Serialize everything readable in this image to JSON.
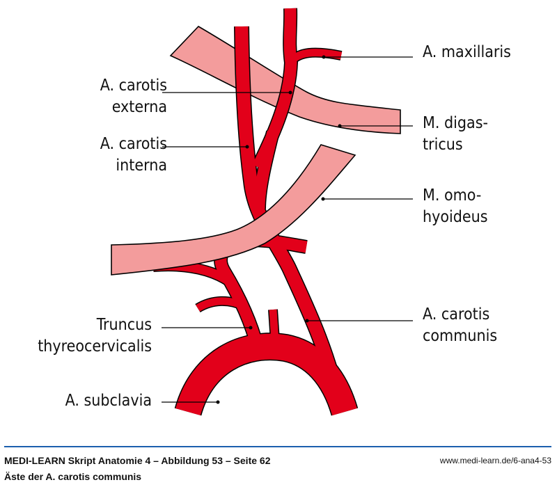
{
  "labels": {
    "maxillaris": "A. maxillaris",
    "carotis_externa_1": "A. carotis",
    "carotis_externa_2": "externa",
    "carotis_interna_1": "A. carotis",
    "carotis_interna_2": "interna",
    "digastricus_1": "M. digas-",
    "digastricus_2": "tricus",
    "omohyoideus_1": "M. omo-",
    "omohyoideus_2": "hyoideus",
    "carotis_communis_1": "A. carotis",
    "carotis_communis_2": "communis",
    "truncus_1": "Truncus",
    "truncus_2": "thyreocervicalis",
    "subclavia": "A. subclavia"
  },
  "footer": {
    "source": "MEDI-LEARN Skript Anatomie 4 – Abbildung 53 – Seite 62",
    "url": "www.medi-learn.de/6-ana4-53",
    "caption": "Äste der A. carotis communis"
  },
  "colors": {
    "artery": "#e2001a",
    "muscle": "#f39c9c",
    "rule": "#1b5fae"
  }
}
